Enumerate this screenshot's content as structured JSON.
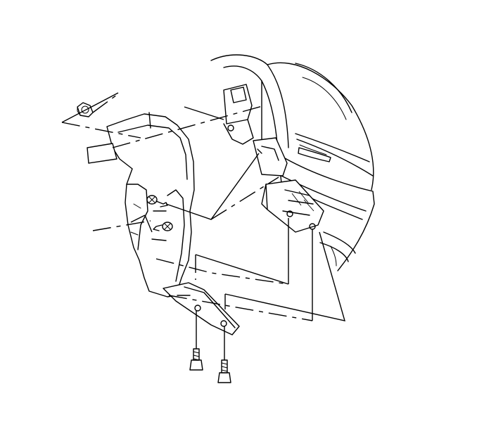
{
  "diagram": {
    "kind": "exploded-view",
    "parts": [
      {
        "id": "push-nut",
        "icon": "nut-icon"
      },
      {
        "id": "splash-shield",
        "icon": "shield-panel-icon"
      },
      {
        "id": "upper-screw-1",
        "icon": "screw-icon"
      },
      {
        "id": "upper-screw-2",
        "icon": "screw-icon"
      },
      {
        "id": "lower-bolt-1",
        "icon": "bolt-icon"
      },
      {
        "id": "lower-bolt-2",
        "icon": "bolt-icon"
      },
      {
        "id": "fascia-bumper",
        "icon": "bumper-icon"
      }
    ],
    "colors": {
      "ink": "#000000",
      "background": "#ffffff"
    }
  }
}
